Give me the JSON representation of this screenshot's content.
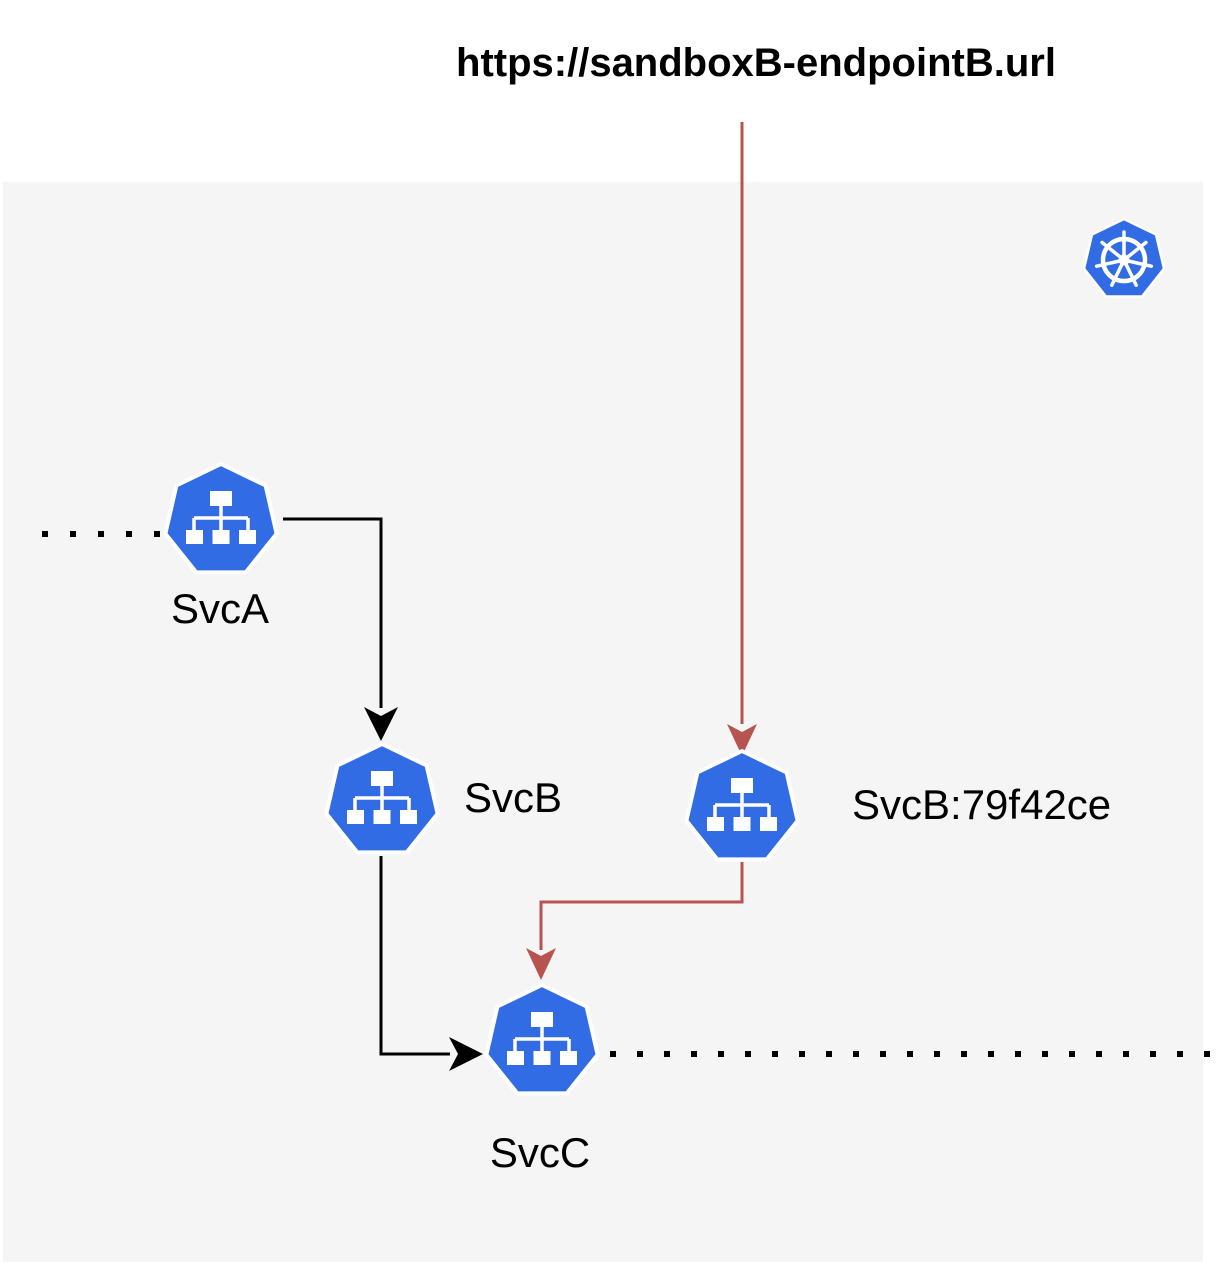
{
  "endpoint_url": "https://sandboxB-endpointB.url",
  "cluster": {
    "icon": "kubernetes-helm-wheel-icon",
    "background_color": "#f5f5f5"
  },
  "services": {
    "svc_a": {
      "label": "SvcA",
      "icon": "kubernetes-service-icon"
    },
    "svc_b": {
      "label": "SvcB",
      "icon": "kubernetes-service-icon"
    },
    "svc_b_sandbox": {
      "label": "SvcB:79f42ce",
      "icon": "kubernetes-service-icon"
    },
    "svc_c": {
      "label": "SvcC",
      "icon": "kubernetes-service-icon"
    }
  },
  "colors": {
    "k8s_blue": "#326ce5",
    "normal_flow": "#000000",
    "sandbox_flow": "#b85450"
  }
}
